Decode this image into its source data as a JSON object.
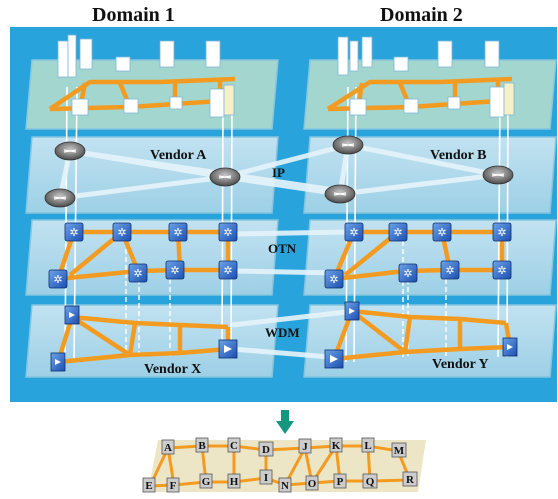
{
  "domains": [
    "Domain 1",
    "Domain 2"
  ],
  "layer_labels": {
    "ip": "IP",
    "otn": "OTN",
    "wdm": "WDM"
  },
  "vendors": {
    "a": "Vendor A",
    "b": "Vendor B",
    "x": "Vendor X",
    "y": "Vendor Y"
  },
  "colors": {
    "background": "#29a3db",
    "plane": "#b6dcec",
    "link": "#f39b21",
    "arrow": "#15967f"
  },
  "icons": [
    "building-icon",
    "router-icon",
    "otn-switch-icon",
    "wdm-node-icon",
    "arrow-down-icon"
  ],
  "abstract_nodes": [
    "A",
    "B",
    "C",
    "D",
    "J",
    "K",
    "L",
    "M",
    "E",
    "F",
    "G",
    "H",
    "I",
    "N",
    "O",
    "P",
    "Q",
    "R"
  ]
}
